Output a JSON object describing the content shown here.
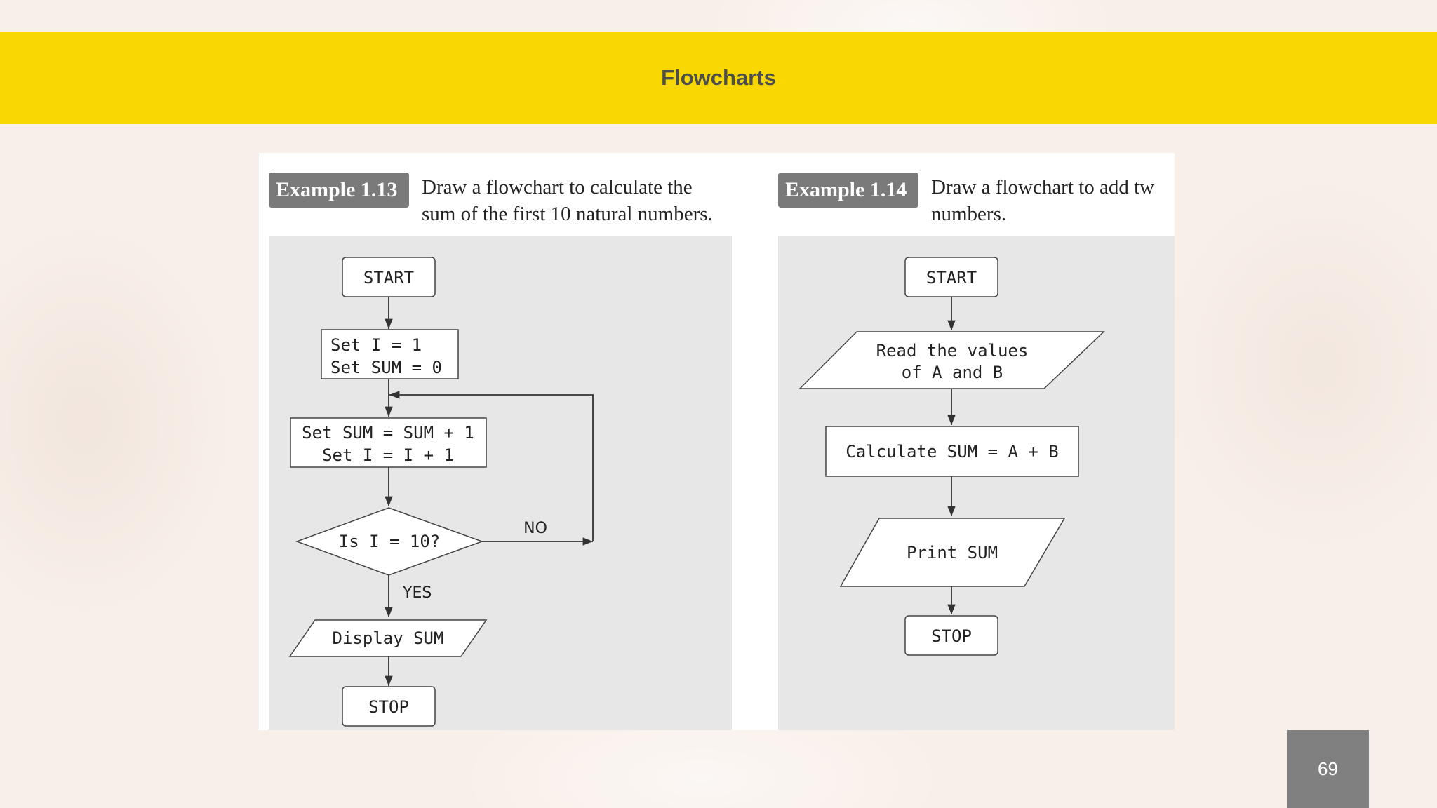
{
  "slide": {
    "title": "Flowcharts",
    "page_number": "69"
  },
  "example_13": {
    "badge": "Example 1.13",
    "desc_line1": "Draw a flowchart to calculate the",
    "desc_line2": "sum of the first 10 natural numbers.",
    "flow": {
      "start": "START",
      "init_line1": "Set I = 1",
      "init_line2": "Set SUM = 0",
      "loop_line1": "Set SUM = SUM + 1",
      "loop_line2": "Set I = I + 1",
      "decision": "Is I = 10?",
      "no_label": "NO",
      "yes_label": "YES",
      "display": "Display SUM",
      "stop": "STOP"
    }
  },
  "example_14": {
    "badge": "Example 1.14",
    "desc_line1": "Draw a flowchart to add tw",
    "desc_line2": "numbers.",
    "flow": {
      "start": "START",
      "read_line1": "Read the values",
      "read_line2": "of A and B",
      "calc": "Calculate SUM = A + B",
      "print": "Print SUM",
      "stop": "STOP"
    }
  }
}
